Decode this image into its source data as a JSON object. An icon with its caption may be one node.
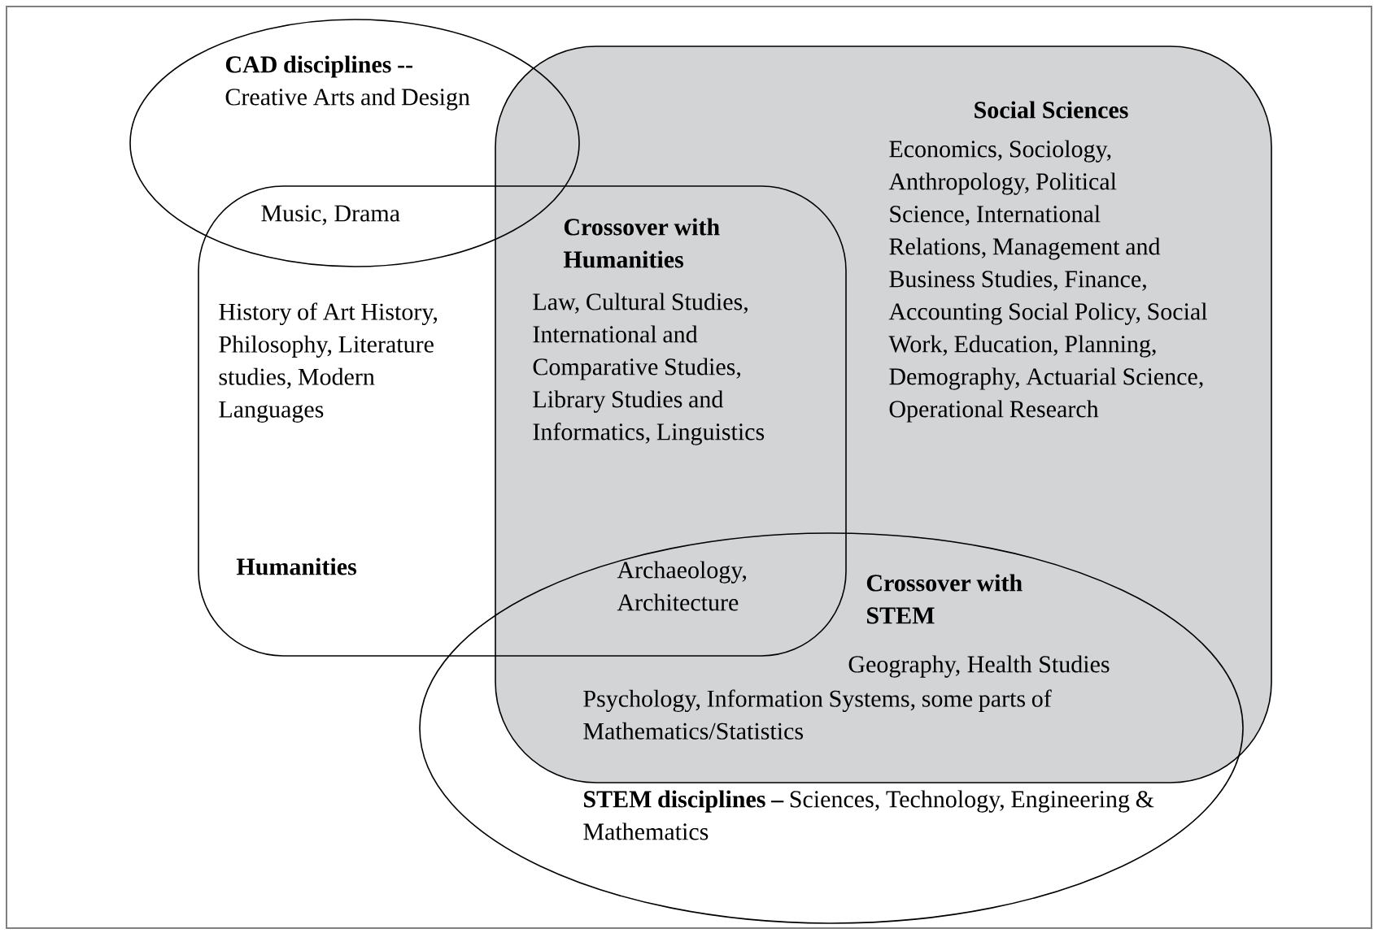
{
  "diagram": {
    "nodes": [
      {
        "text": [
          "**CAD disciplines --** Creative Arts and Design"
        ]
      },
      {
        "text": [
          "Social Sciences",
          "Economics, Sociology, Anthropology, Political Science, International Relations, Management and Business Studies, Finance, Accounting Social Policy, Social Work, Education, Planning, Demography, Actuarial Science, Operational Research"
        ]
      },
      {
        "text": [
          "History of Art History, Philosophy, Literature studies, Modern Languages",
          "Humanities"
        ]
      },
      {
        "text": [
          "**STEM disciplines –** Sciences, Technology, Engineering & Mathematics"
        ]
      }
    ],
    "labels": [
      "Music, Drama",
      "Crossover with Humanities",
      "Law, Cultural Studies, International and Comparative Studies, Library Studies and Informatics, Linguistics",
      "Archaeology, Architecture",
      "Crossover with STEM",
      "Geography, Health Studies",
      "Psychology, Information Systems, some parts of Mathematics/Statistics"
    ]
  }
}
